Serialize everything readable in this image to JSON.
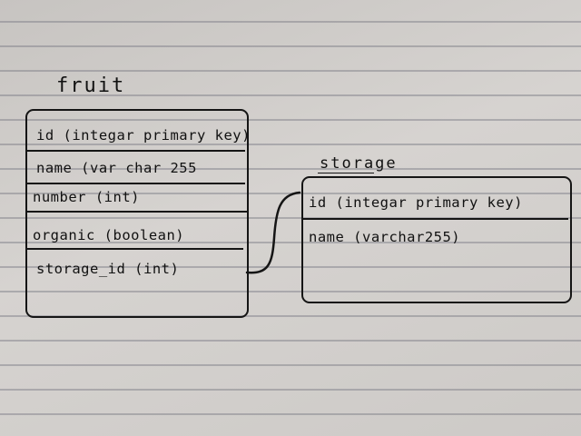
{
  "tables": [
    {
      "name": "fruit",
      "fields": [
        "id (integar primary key)",
        "name (var char 255",
        "number (int)",
        "organic (boolean)",
        "storage_id (int)"
      ]
    },
    {
      "name": "storage",
      "fields": [
        "id (integar primary key)",
        "name (varchar255)"
      ]
    }
  ],
  "relationships": [
    {
      "from": "fruit.storage_id",
      "to": "storage.id"
    }
  ]
}
